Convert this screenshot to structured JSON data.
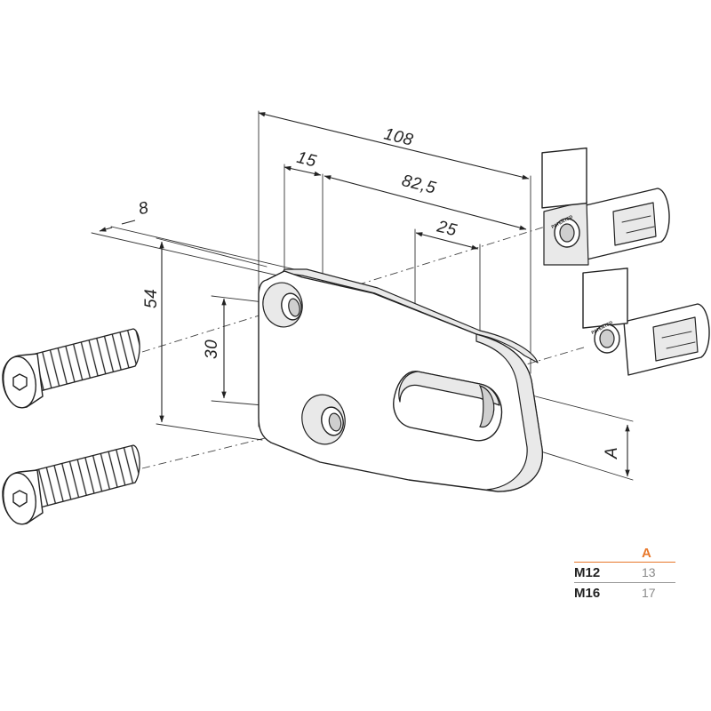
{
  "dimensions": {
    "overall_length": "108",
    "hole_offset": "15",
    "hole_to_slot": "82,5",
    "slot_width": "25",
    "thickness": "8",
    "height": "54",
    "hole_spacing": "30",
    "slot_offset": "A"
  },
  "insert_marking": "PATENTED",
  "table": {
    "header": "A",
    "rows": [
      {
        "size": "M12",
        "value": "13"
      },
      {
        "size": "M16",
        "value": "17"
      }
    ]
  },
  "colors": {
    "accent": "#e8772a",
    "line": "#222222",
    "muted_text": "#8a8a8a"
  }
}
